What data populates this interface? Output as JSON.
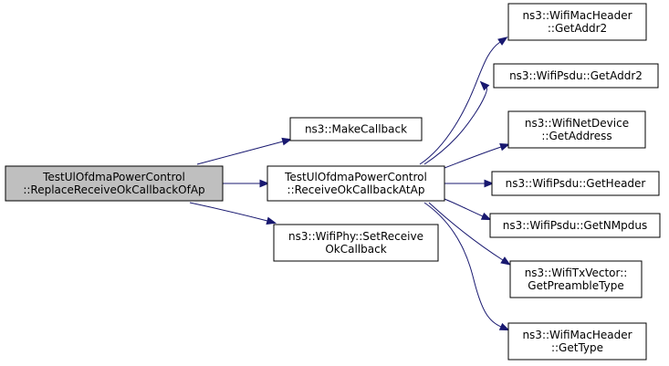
{
  "colors": {
    "edge": "#191970",
    "node_border": "#000000",
    "root_fill": "#bfbfbf",
    "node_fill": "#ffffff"
  },
  "nodes": [
    {
      "id": "root",
      "lines": [
        "TestUlOfdmaPowerControl",
        "::ReplaceReceiveOkCallbackOfAp"
      ],
      "highlight": true
    },
    {
      "id": "make-cb",
      "lines": [
        "ns3::MakeCallback"
      ]
    },
    {
      "id": "recv-ok",
      "lines": [
        "TestUlOfdmaPowerControl",
        "::ReceiveOkCallbackAtAp"
      ]
    },
    {
      "id": "set-recv",
      "lines": [
        "ns3::WifiPhy::SetReceive",
        "OkCallback"
      ]
    },
    {
      "id": "mac-addr2",
      "lines": [
        "ns3::WifiMacHeader",
        "::GetAddr2"
      ]
    },
    {
      "id": "psdu-addr2",
      "lines": [
        "ns3::WifiPsdu::GetAddr2"
      ]
    },
    {
      "id": "net-addr",
      "lines": [
        "ns3::WifiNetDevice",
        "::GetAddress"
      ]
    },
    {
      "id": "psdu-header",
      "lines": [
        "ns3::WifiPsdu::GetHeader"
      ]
    },
    {
      "id": "psdu-nmpdus",
      "lines": [
        "ns3::WifiPsdu::GetNMpdus"
      ]
    },
    {
      "id": "tx-preamble",
      "lines": [
        "ns3::WifiTxVector::",
        "GetPreambleType"
      ]
    },
    {
      "id": "mac-type",
      "lines": [
        "ns3::WifiMacHeader",
        "::GetType"
      ]
    }
  ],
  "edges": [
    [
      "root",
      "make-cb"
    ],
    [
      "root",
      "recv-ok"
    ],
    [
      "root",
      "set-recv"
    ],
    [
      "recv-ok",
      "mac-addr2"
    ],
    [
      "recv-ok",
      "psdu-addr2"
    ],
    [
      "recv-ok",
      "net-addr"
    ],
    [
      "recv-ok",
      "psdu-header"
    ],
    [
      "recv-ok",
      "psdu-nmpdus"
    ],
    [
      "recv-ok",
      "tx-preamble"
    ],
    [
      "recv-ok",
      "mac-type"
    ]
  ]
}
